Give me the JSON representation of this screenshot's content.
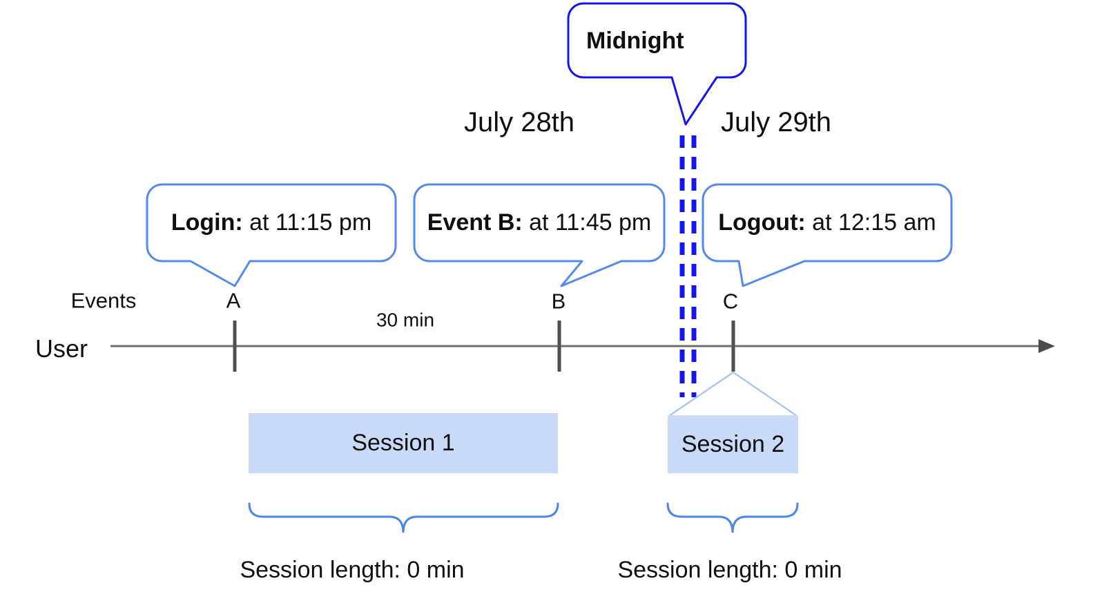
{
  "diagram": {
    "midnight_label": "Midnight",
    "dates": {
      "left": "July 28th",
      "right": "July 29th"
    },
    "axis": {
      "user_label": "User",
      "events_label": "Events",
      "interval_label": "30 min"
    },
    "events": [
      {
        "label": "A",
        "callout_bold": "Login:",
        "callout_rest": " at 11:15 pm"
      },
      {
        "label": "B",
        "callout_bold": "Event B:",
        "callout_rest": " at 11:45 pm"
      },
      {
        "label": "C",
        "callout_bold": "Logout:",
        "callout_rest": " at 12:15 am"
      }
    ],
    "sessions": [
      {
        "name": "Session 1",
        "length_label": "Session length: 0 min"
      },
      {
        "name": "Session 2",
        "length_label": "Session length: 0 min"
      }
    ],
    "colors": {
      "callout_border": "#568ae8",
      "midnight_blue": "#1414f0",
      "brace_blue": "#4a86e8",
      "session_fill": "#c9daf8",
      "funnel_blue": "#abc6f3",
      "timeline_gray": "#6e6e6e"
    }
  }
}
